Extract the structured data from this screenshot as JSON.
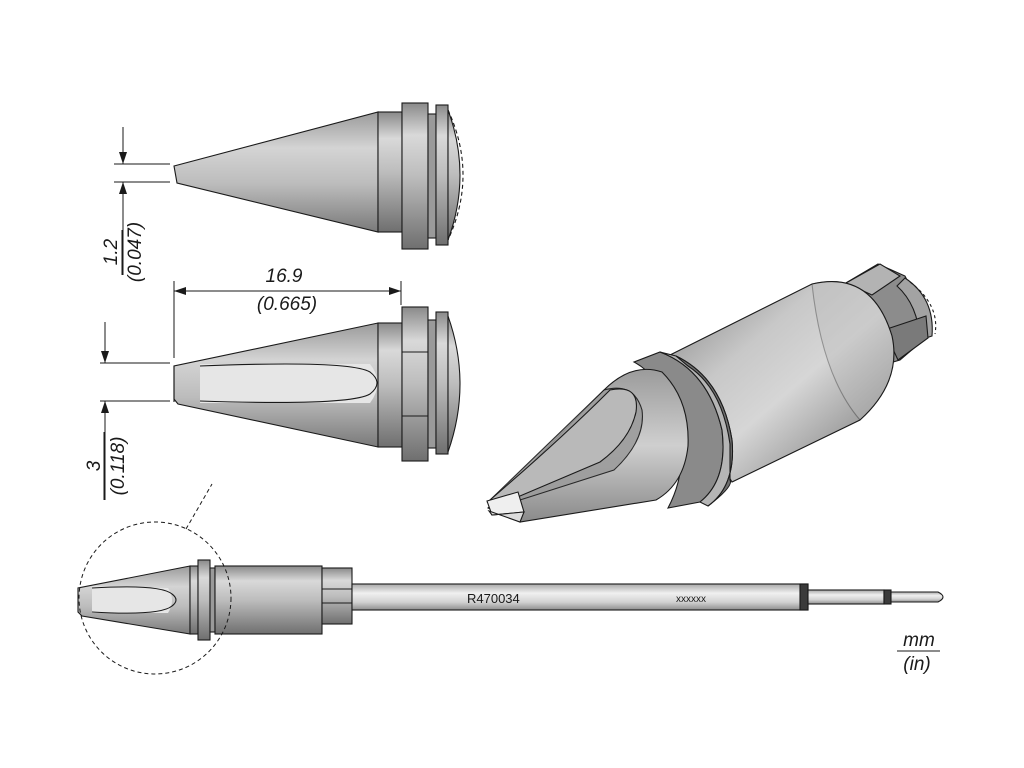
{
  "dimensions": {
    "tip_thickness": {
      "mm": "1.2",
      "in": "(0.047)"
    },
    "tip_length": {
      "mm": "16.9",
      "in": "(0.665)"
    },
    "tip_width": {
      "mm": "3",
      "in": "(0.118)"
    }
  },
  "part_number": "R470034",
  "serial_placeholder": "xxxxxx",
  "units": {
    "primary": "mm",
    "secondary": "(in)"
  },
  "colors": {
    "metal": "#c9c9c9",
    "metal_dark": "#8f8f8f",
    "outline": "#1a1a1a",
    "tin": "#eeeeee",
    "background": "#ffffff"
  }
}
